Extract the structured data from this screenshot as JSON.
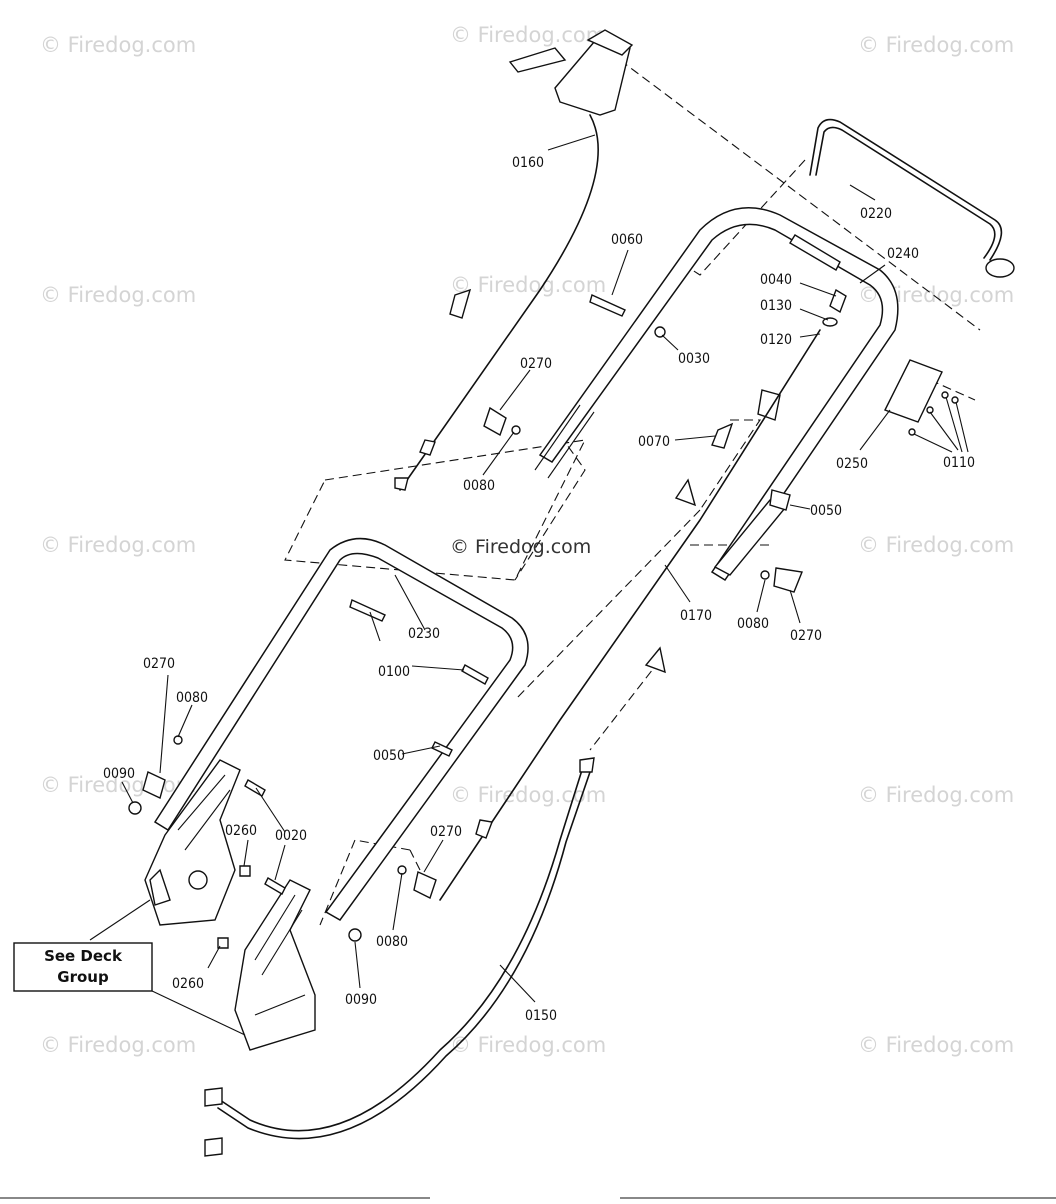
{
  "watermark": {
    "text": "© Firedog.com",
    "center_text": "© Firedog.com"
  },
  "callouts": {
    "c0160": "0160",
    "c0060": "0060",
    "c0220": "0220",
    "c0240": "0240",
    "c0040": "0040",
    "c0130": "0130",
    "c0120": "0120",
    "c0030": "0030",
    "c0270_a": "0270",
    "c0080_a": "0080",
    "c0070": "0070",
    "c0250": "0250",
    "c0110": "0110",
    "c0050_a": "0050",
    "c0080_b": "0080",
    "c0270_b": "0270",
    "c0170": "0170",
    "c0230": "0230",
    "c0100": "0100",
    "c0270_c": "0270",
    "c0080_c": "0080",
    "c0090_a": "0090",
    "c0050_b": "0050",
    "c0260_a": "0260",
    "c0020": "0020",
    "c0270_d": "0270",
    "c0080_d": "0080",
    "c0090_b": "0090",
    "c0260_b": "0260",
    "c0150": "0150"
  },
  "see_deck_box": {
    "line1": "See Deck",
    "line2": "Group"
  }
}
